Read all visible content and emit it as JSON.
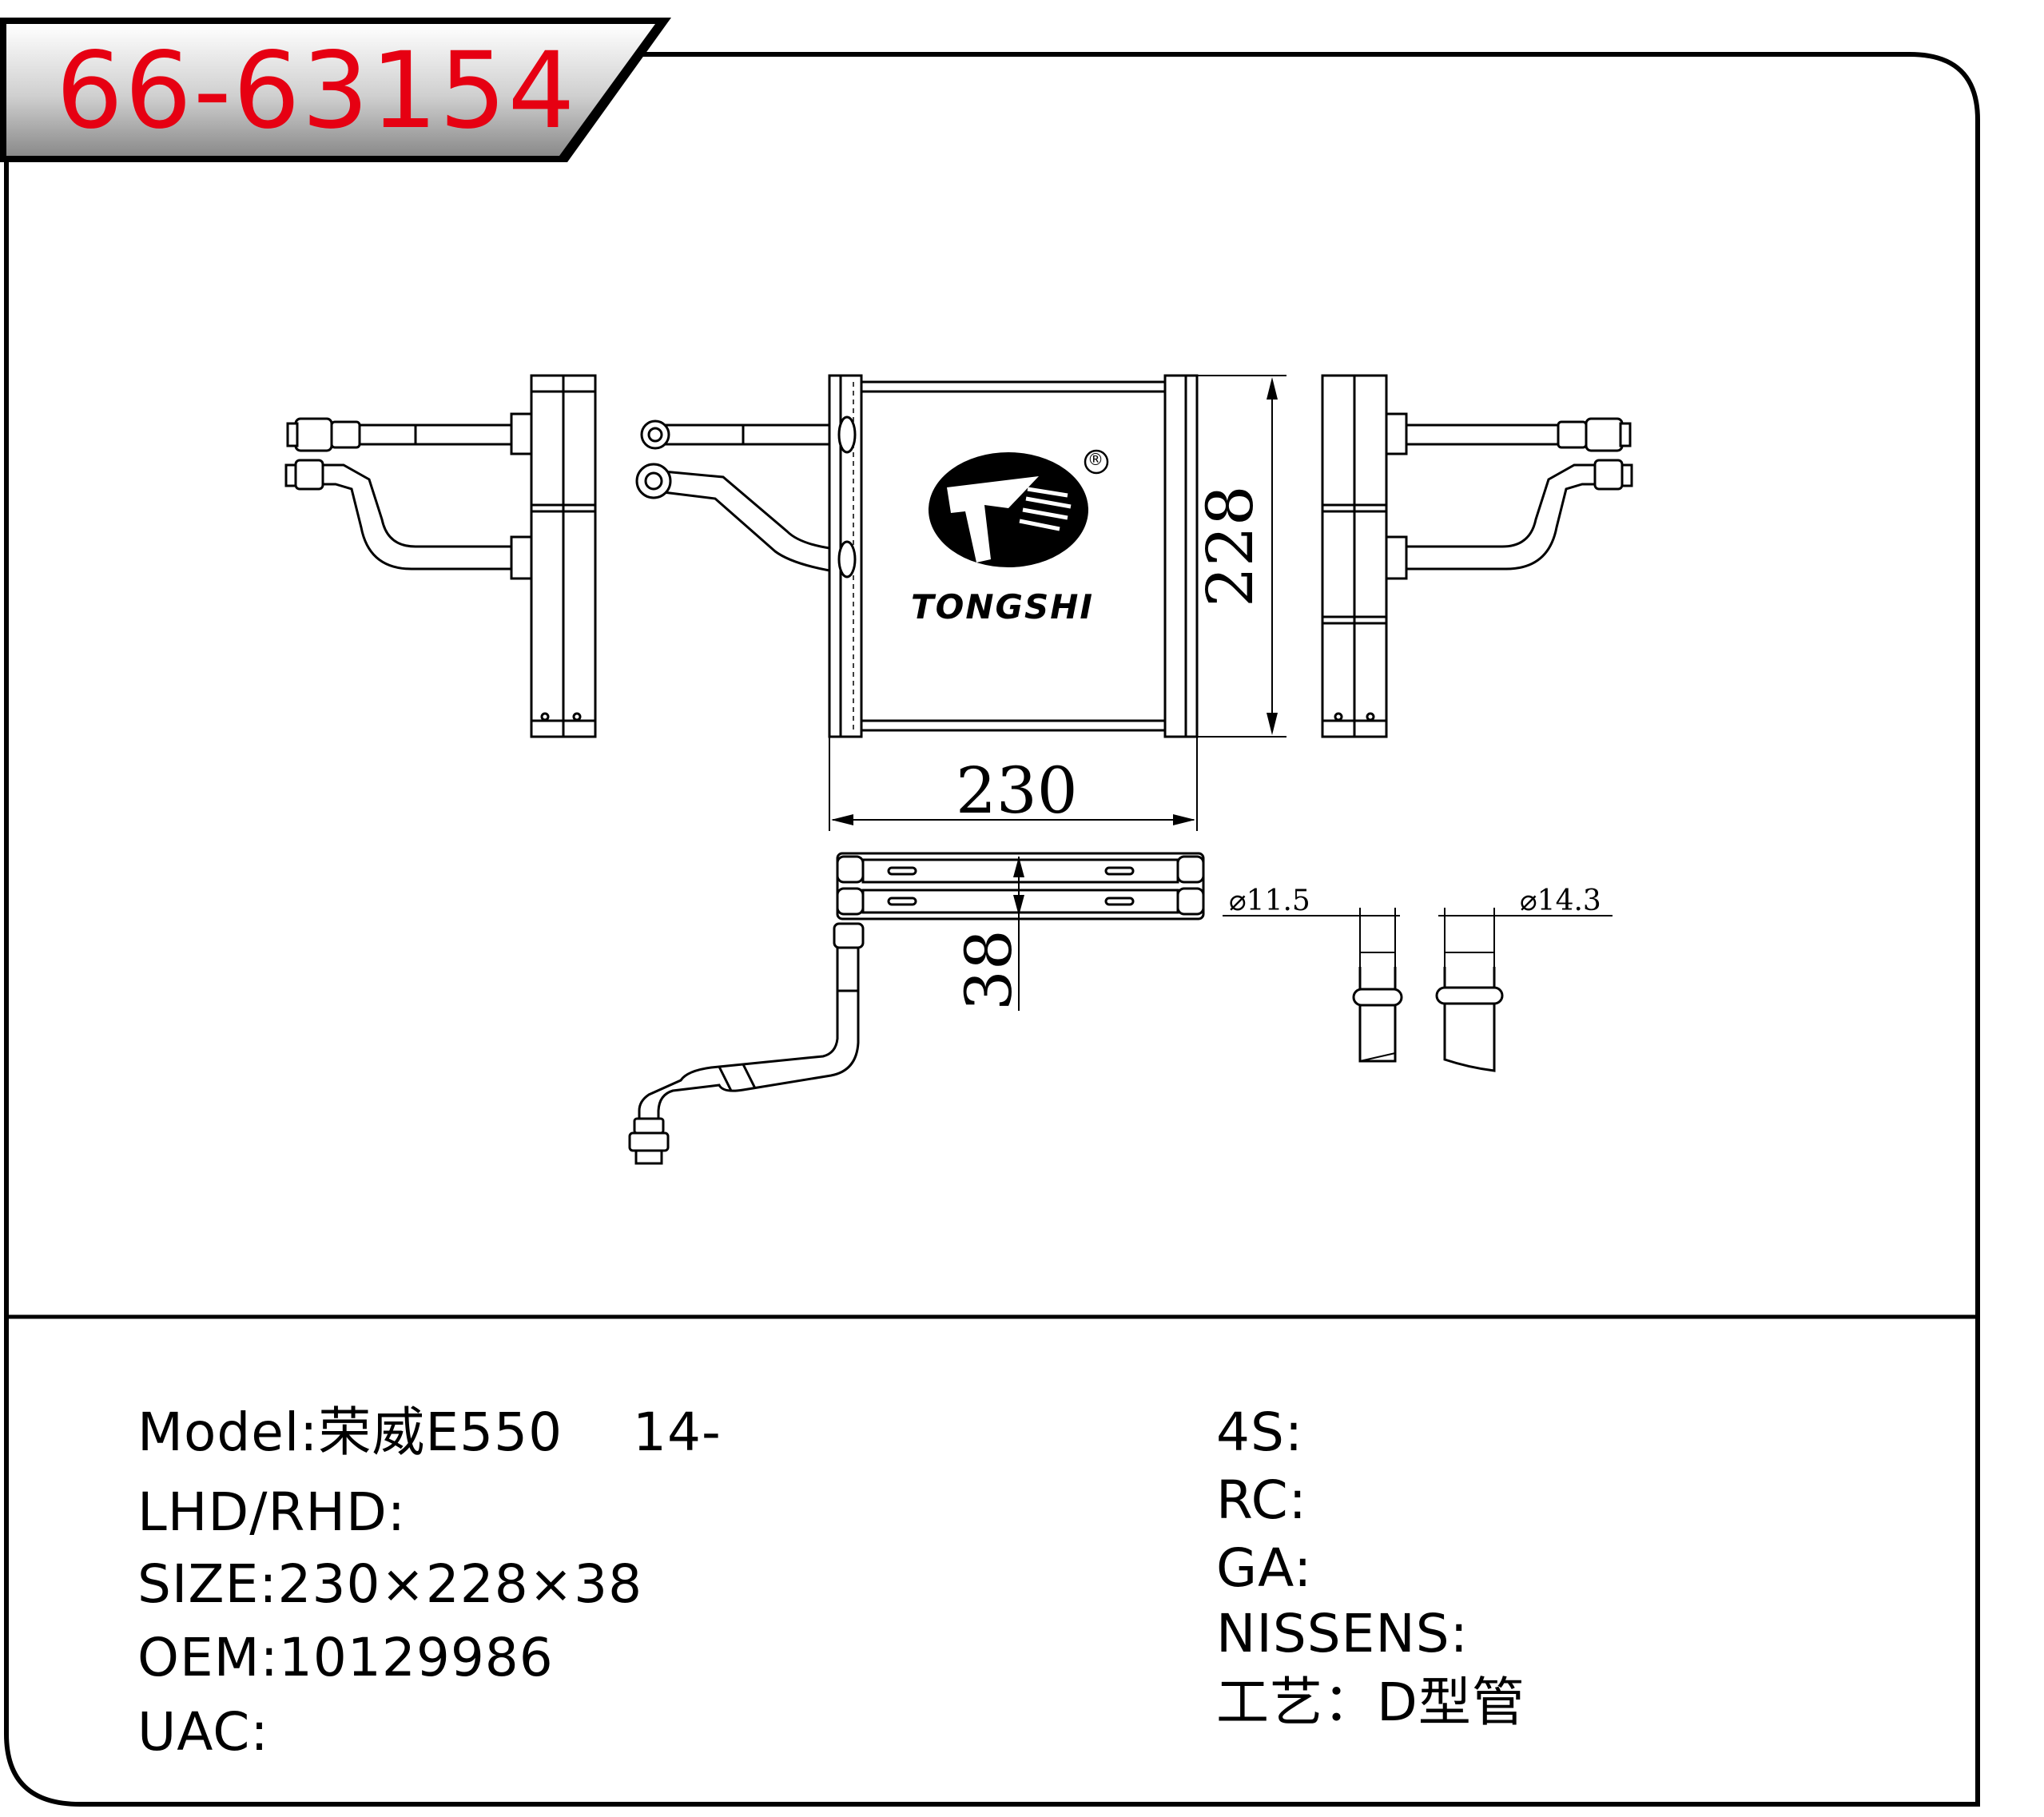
{
  "part_number": "66-63154",
  "brand": {
    "name": "TONGSHI",
    "registered_mark": "®"
  },
  "drawing": {
    "width_label": "230",
    "height_label": "228",
    "depth_label": "38",
    "pipe_small_label": "⌀11.5",
    "pipe_large_label": "⌀14.3"
  },
  "specs_left": [
    {
      "label": "Model",
      "sep": ":",
      "value": "荣威E550    14-"
    },
    {
      "label": "LHD/RHD",
      "sep": ":",
      "value": ""
    },
    {
      "label": "SIZE",
      "sep": ":",
      "value": "230×228×38"
    },
    {
      "label": "OEM",
      "sep": ":",
      "value": "10129986"
    },
    {
      "label": "UAC",
      "sep": ":",
      "value": ""
    }
  ],
  "specs_right": [
    {
      "label": "4S",
      "sep": ":",
      "value": ""
    },
    {
      "label": "RC",
      "sep": ":",
      "value": ""
    },
    {
      "label": "GA",
      "sep": ":",
      "value": ""
    },
    {
      "label": "NISSENS",
      "sep": ":",
      "value": ""
    },
    {
      "label": "工艺",
      "sep": "：",
      "value": "D型管"
    }
  ],
  "colors": {
    "part_number": "#e60012",
    "line": "#000000"
  }
}
